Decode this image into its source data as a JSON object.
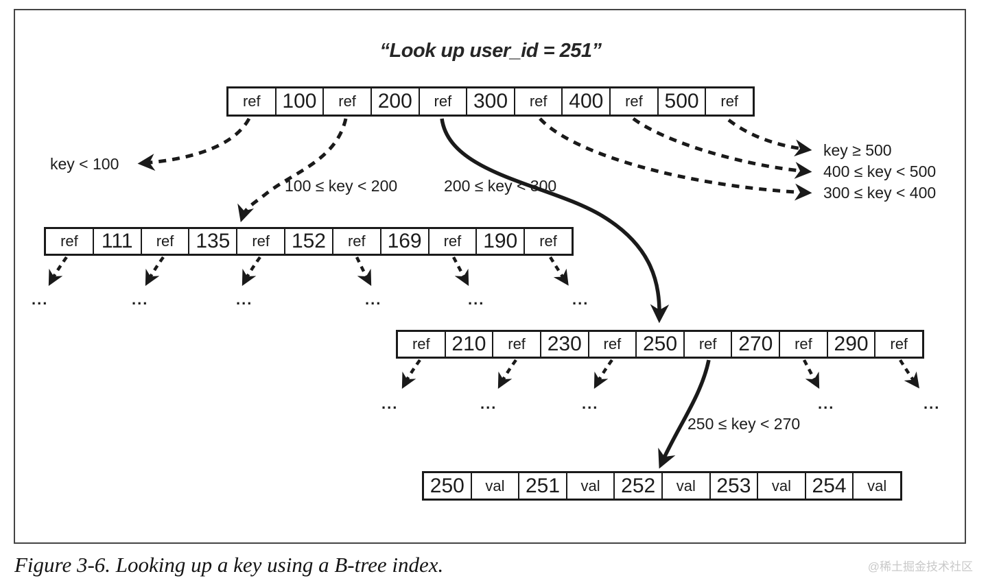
{
  "title": "“Look up user_id = 251”",
  "caption": "Figure 3-6. Looking up a key using a B-tree index.",
  "watermark": "@稀土掘金技术社区",
  "symbols": {
    "ellipsis": "..."
  },
  "colors": {
    "ink": "#1a1a1a",
    "frame_border": "#444444",
    "watermark_gray": "#c9c9c9",
    "background": "#ffffff"
  },
  "nodes": {
    "root": {
      "cells": [
        "ref",
        "100",
        "ref",
        "200",
        "ref",
        "300",
        "ref",
        "400",
        "ref",
        "500",
        "ref"
      ]
    },
    "level2_left": {
      "cells": [
        "ref",
        "111",
        "ref",
        "135",
        "ref",
        "152",
        "ref",
        "169",
        "ref",
        "190",
        "ref"
      ]
    },
    "level2_right": {
      "cells": [
        "ref",
        "210",
        "ref",
        "230",
        "ref",
        "250",
        "ref",
        "270",
        "ref",
        "290",
        "ref"
      ]
    },
    "leaf": {
      "cells": [
        "250",
        "val",
        "251",
        "val",
        "252",
        "val",
        "253",
        "val",
        "254",
        "val"
      ]
    }
  },
  "edge_labels": {
    "lt_100": "key < 100",
    "b_100_200": "100 ≤ key < 200",
    "b_200_300": "200 ≤ key < 300",
    "ge_500": "key ≥ 500",
    "b_400_500": "400 ≤ key < 500",
    "b_300_400": "300 ≤ key < 400",
    "b_250_270": "250 ≤ key < 270"
  }
}
